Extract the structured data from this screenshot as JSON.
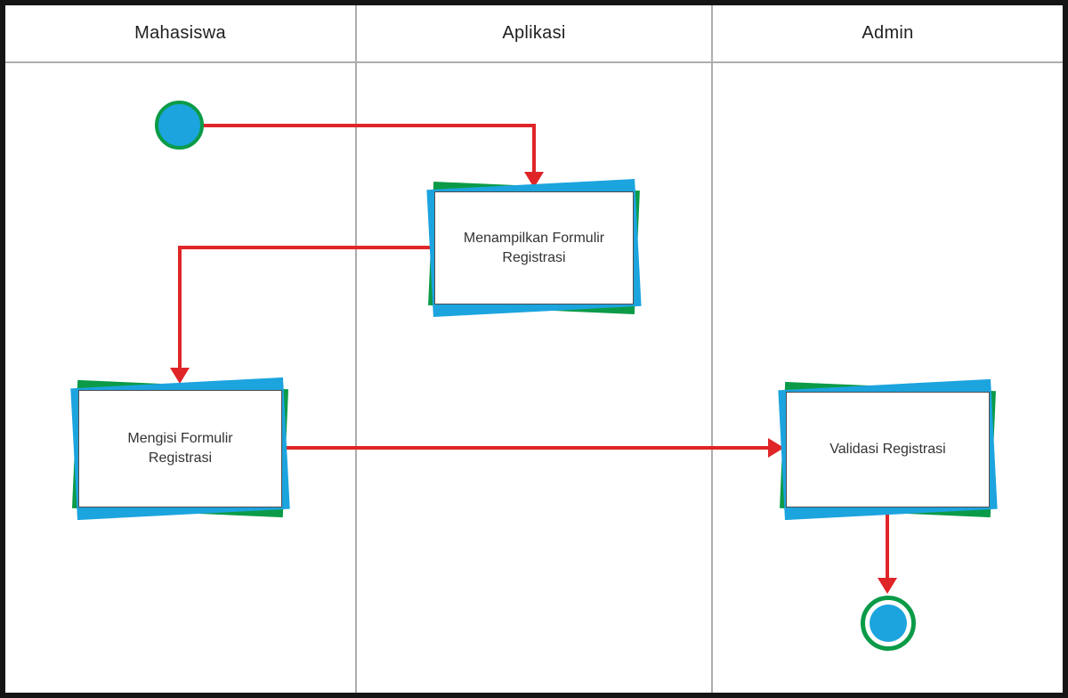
{
  "diagram": {
    "type": "activity-swimlane-flowchart",
    "lanes": [
      {
        "title": "Mahasiswa"
      },
      {
        "title": "Aplikasi"
      },
      {
        "title": "Admin"
      }
    ],
    "nodes": {
      "start": {
        "kind": "start-state",
        "lane": "Mahasiswa"
      },
      "menampilkan": {
        "label": "Menampilkan Formulir Registrasi",
        "lane": "Aplikasi"
      },
      "mengisi": {
        "label": "Mengisi Formulir Registrasi",
        "lane": "Mahasiswa"
      },
      "validasi": {
        "label": "Validasi Registrasi",
        "lane": "Admin"
      },
      "end": {
        "kind": "final-state",
        "lane": "Admin"
      }
    },
    "flows": [
      {
        "from": "start",
        "to": "menampilkan"
      },
      {
        "from": "menampilkan",
        "to": "mengisi"
      },
      {
        "from": "mengisi",
        "to": "validasi"
      },
      {
        "from": "validasi",
        "to": "end"
      }
    ]
  },
  "colors": {
    "blue": "#1CA4DE",
    "green": "#0B9B48",
    "red": "#E02528",
    "gray": "#ADADAD",
    "cardBorder": "#4C4C4C",
    "ink": "#1F1F1F",
    "frame": "#151515"
  }
}
